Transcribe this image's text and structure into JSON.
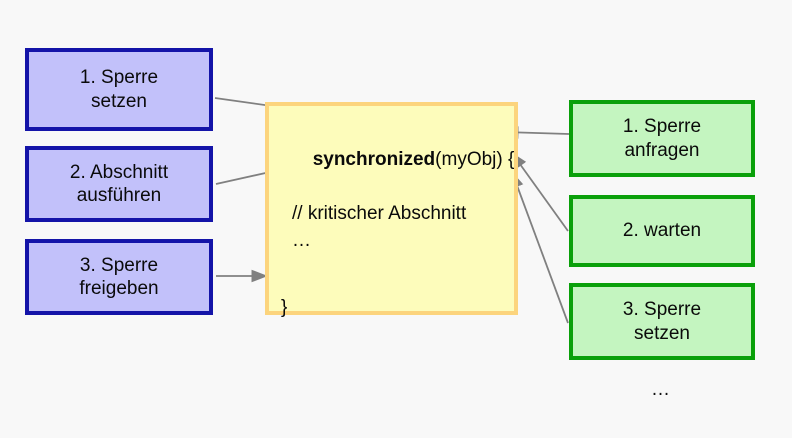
{
  "diagram": {
    "title": "synchronized-block-lock-diagram",
    "background_color": "#f8f8f8",
    "left_column": {
      "fill_color": "#c2c1fa",
      "border_color": "#1414a8",
      "boxes": [
        {
          "line1": "1. Sperre",
          "line2": "setzen"
        },
        {
          "line1": "2. Abschnitt",
          "line2": "ausführen"
        },
        {
          "line1": "3. Sperre",
          "line2": "freigeben"
        }
      ]
    },
    "code_block": {
      "fill_color": "#fdfcbb",
      "border_color": "#fcd47d",
      "keyword": "synchronized",
      "signature": "(myObj) {",
      "comment": "// kritischer Abschnitt",
      "ellipsis": "…",
      "closing_brace": "}"
    },
    "right_column": {
      "fill_color": "#c4f5c0",
      "border_color": "#0aa00a",
      "boxes": [
        {
          "line1": "1. Sperre",
          "line2": "anfragen"
        },
        {
          "line1": "2. warten",
          "line2": ""
        },
        {
          "line1": "3. Sperre",
          "line2": "setzen"
        }
      ],
      "trailing_ellipsis": "…"
    },
    "arrow_color": "#808080"
  }
}
